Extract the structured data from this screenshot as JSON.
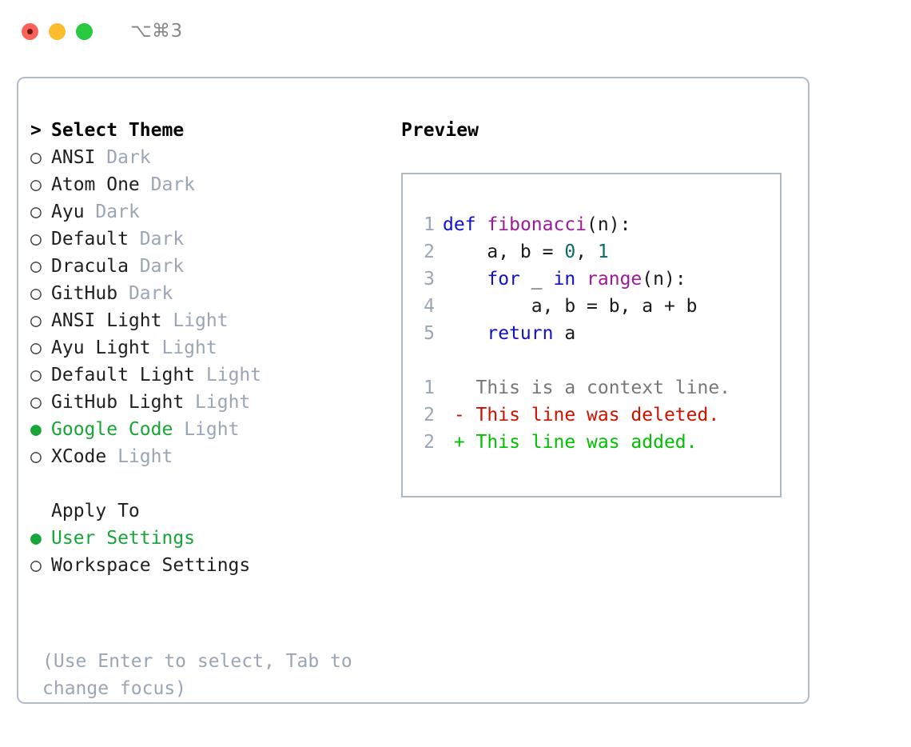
{
  "window": {
    "shortcut": "⌥⌘3",
    "traffic_lights": [
      "close",
      "minimize",
      "zoom"
    ]
  },
  "theme_picker": {
    "header": {
      "marker": ">",
      "label": "Select Theme"
    },
    "items": [
      {
        "marker": "○",
        "name": "ANSI",
        "category": "Dark",
        "selected": false
      },
      {
        "marker": "○",
        "name": "Atom One",
        "category": "Dark",
        "selected": false
      },
      {
        "marker": "○",
        "name": "Ayu",
        "category": "Dark",
        "selected": false
      },
      {
        "marker": "○",
        "name": "Default",
        "category": "Dark",
        "selected": false
      },
      {
        "marker": "○",
        "name": "Dracula",
        "category": "Dark",
        "selected": false
      },
      {
        "marker": "○",
        "name": "GitHub",
        "category": "Dark",
        "selected": false
      },
      {
        "marker": "○",
        "name": "ANSI Light",
        "category": "Light",
        "selected": false
      },
      {
        "marker": "○",
        "name": "Ayu Light",
        "category": "Light",
        "selected": false
      },
      {
        "marker": "○",
        "name": "Default Light",
        "category": "Light",
        "selected": false
      },
      {
        "marker": "○",
        "name": "GitHub Light",
        "category": "Light",
        "selected": false
      },
      {
        "marker": "●",
        "name": "Google Code",
        "category": "Light",
        "selected": true
      },
      {
        "marker": "○",
        "name": "XCode",
        "category": "Light",
        "selected": false
      }
    ]
  },
  "apply_to": {
    "header": {
      "marker": " ",
      "label": "Apply To"
    },
    "items": [
      {
        "marker": "●",
        "name": "User Settings",
        "selected": true
      },
      {
        "marker": "○",
        "name": "Workspace Settings",
        "selected": false
      }
    ]
  },
  "help_text": "(Use Enter to select, Tab to change focus)",
  "preview": {
    "title": "Preview",
    "code_lines": [
      {
        "no": "1",
        "tokens": [
          {
            "t": "def",
            "c": "kw"
          },
          {
            "t": " ",
            "c": "pln"
          },
          {
            "t": "fibonacci",
            "c": "fn"
          },
          {
            "t": "(n):",
            "c": "pln"
          }
        ]
      },
      {
        "no": "2",
        "tokens": [
          {
            "t": "    a, b = ",
            "c": "pln"
          },
          {
            "t": "0",
            "c": "num"
          },
          {
            "t": ", ",
            "c": "pln"
          },
          {
            "t": "1",
            "c": "num"
          }
        ]
      },
      {
        "no": "3",
        "tokens": [
          {
            "t": "    ",
            "c": "pln"
          },
          {
            "t": "for",
            "c": "kw"
          },
          {
            "t": " _ ",
            "c": "pln"
          },
          {
            "t": "in",
            "c": "kw"
          },
          {
            "t": " ",
            "c": "pln"
          },
          {
            "t": "range",
            "c": "fn"
          },
          {
            "t": "(n):",
            "c": "pln"
          }
        ]
      },
      {
        "no": "4",
        "tokens": [
          {
            "t": "        a, b = b, a + b",
            "c": "pln"
          }
        ]
      },
      {
        "no": "5",
        "tokens": [
          {
            "t": "    ",
            "c": "pln"
          },
          {
            "t": "return",
            "c": "kw"
          },
          {
            "t": " a",
            "c": "pln"
          }
        ]
      }
    ],
    "diff_lines": [
      {
        "no": "1",
        "tokens": [
          {
            "t": "   This is a context line.",
            "c": "ctx"
          }
        ]
      },
      {
        "no": "2",
        "tokens": [
          {
            "t": " - This line was deleted.",
            "c": "del"
          }
        ]
      },
      {
        "no": "2",
        "tokens": [
          {
            "t": " + This line was added.",
            "c": "add"
          }
        ]
      }
    ]
  },
  "colors": {
    "accent_green": "#18a538",
    "muted": "#9aa5b5",
    "keyword": "#1010cc",
    "function": "#9c1a9c",
    "number": "#0b6b68",
    "diff_deleted": "#cc1100",
    "diff_added": "#00c000",
    "border": "#b4bcc8"
  }
}
